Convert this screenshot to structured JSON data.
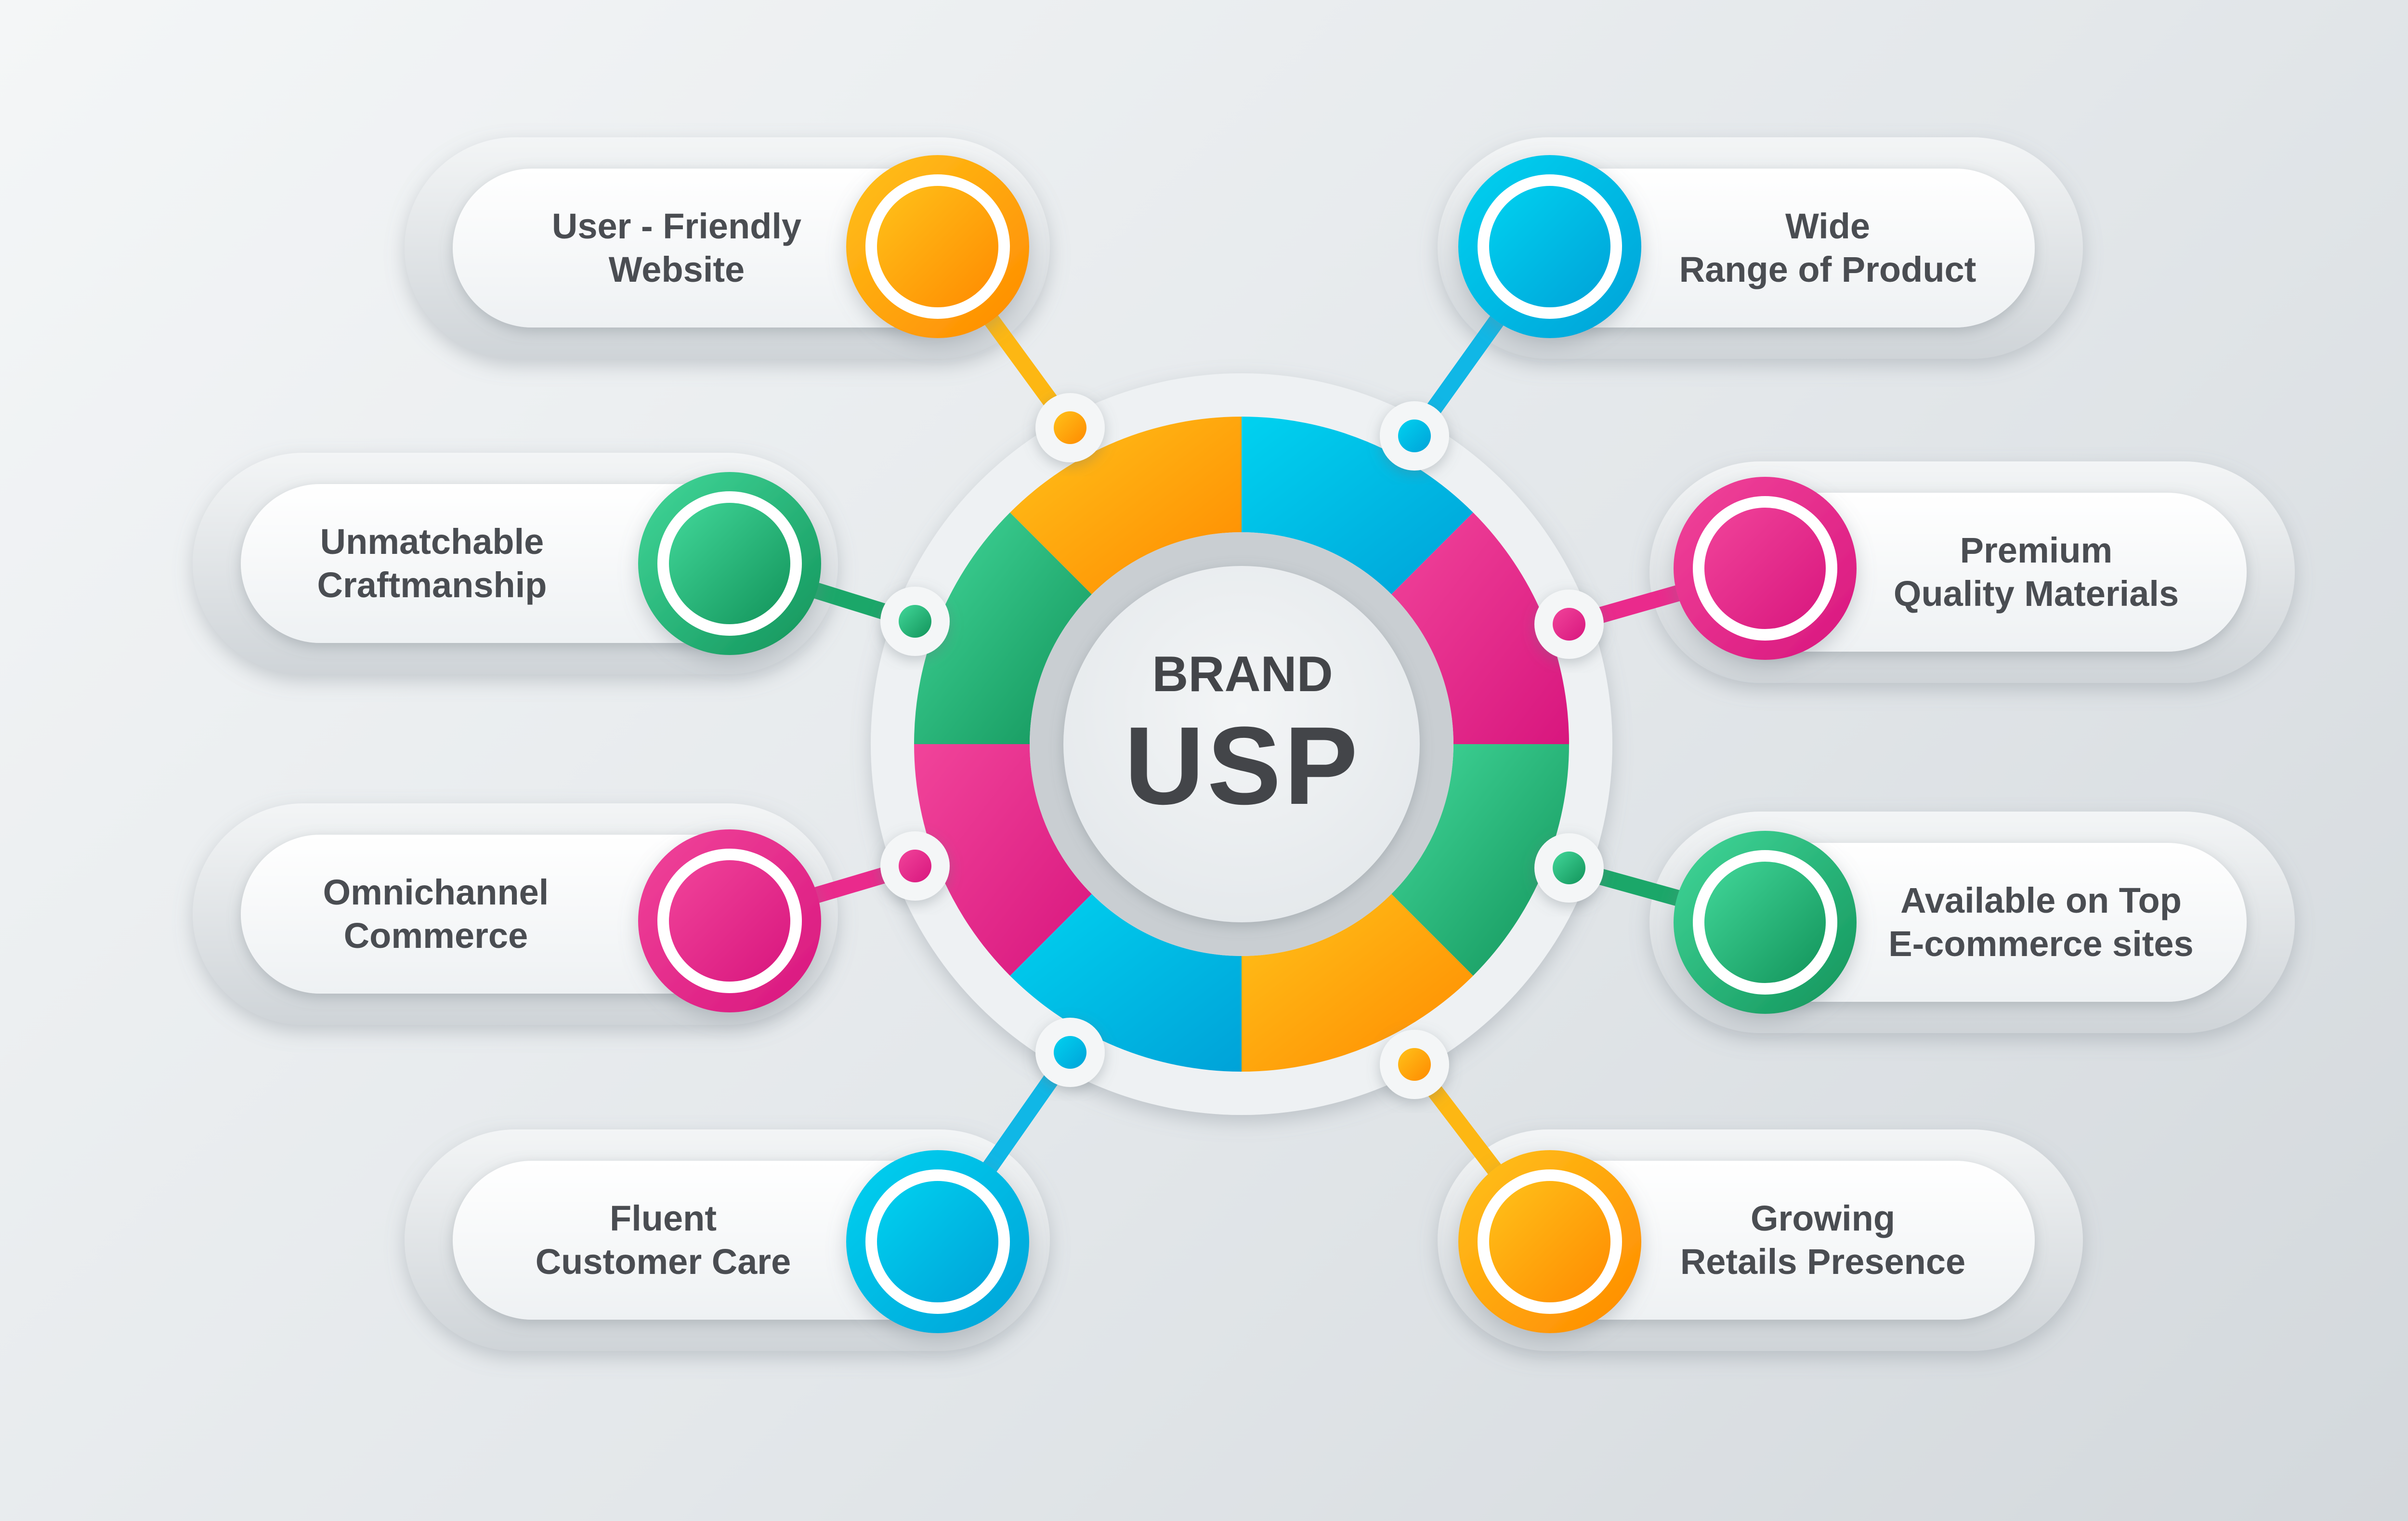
{
  "center": {
    "line1": "BRAND",
    "line2": "USP"
  },
  "items": [
    {
      "id": "user-friendly-website",
      "lines": [
        "User - Friendly",
        "Website"
      ],
      "color": "orange"
    },
    {
      "id": "wide-range-of-product",
      "lines": [
        "Wide",
        "Range of Product"
      ],
      "color": "blue"
    },
    {
      "id": "unmatchable-craftmanship",
      "lines": [
        "Unmatchable",
        "Craftmanship"
      ],
      "color": "green"
    },
    {
      "id": "premium-quality-materials",
      "lines": [
        "Premium",
        "Quality Materials"
      ],
      "color": "pink"
    },
    {
      "id": "omnichannel-commerce",
      "lines": [
        "Omnichannel",
        "Commerce"
      ],
      "color": "pink"
    },
    {
      "id": "available-on-top-ecommerce-sites",
      "lines": [
        "Available on Top",
        "E-commerce sites"
      ],
      "color": "green"
    },
    {
      "id": "fluent-customer-care",
      "lines": [
        "Fluent",
        "Customer Care"
      ],
      "color": "blue"
    },
    {
      "id": "growing-retails-presence",
      "lines": [
        "Growing",
        "Retails Presence"
      ],
      "color": "orange"
    }
  ],
  "palette": {
    "orange": {
      "light": "#ffc21a",
      "dark": "#ff8a00",
      "stroke": "#fdb713"
    },
    "blue": {
      "light": "#00d2f0",
      "dark": "#00a2d8",
      "stroke": "#10b7e6"
    },
    "green": {
      "light": "#42d89a",
      "dark": "#12935a",
      "stroke": "#1ba769"
    },
    "pink": {
      "light": "#f1449a",
      "dark": "#d8167e",
      "stroke": "#ea2a8c"
    },
    "text": "#4a4d52",
    "center_text": "#434549"
  }
}
